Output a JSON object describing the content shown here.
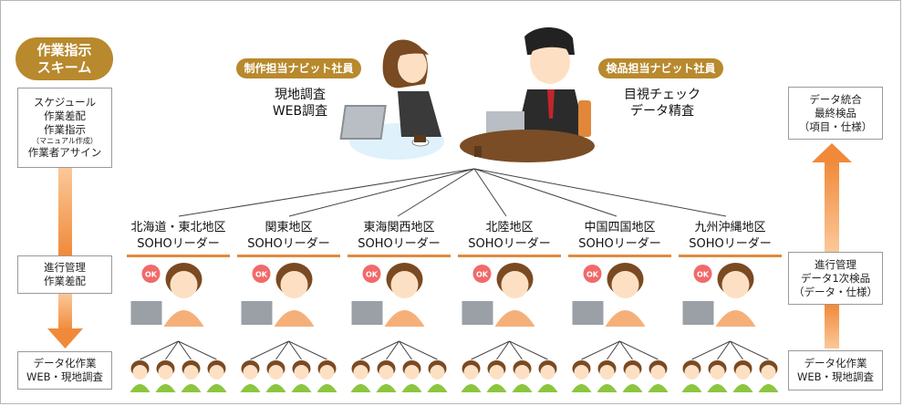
{
  "scheme": {
    "line1": "作業指示",
    "line2": "スキーム"
  },
  "left_boxes": {
    "top": {
      "l1": "スケジュール",
      "l2": "作業差配",
      "l3": "作業指示",
      "l4": "（マニュアル作成）",
      "l5": "作業者アサイン"
    },
    "mid": {
      "l1": "進行管理",
      "l2": "作業差配"
    },
    "bottom": {
      "l1": "データ化作業",
      "l2": "WEB・現地調査"
    }
  },
  "right_boxes": {
    "top": {
      "l1": "データ統合",
      "l2": "最終検品",
      "l3": "（項目・仕様）"
    },
    "mid": {
      "l1": "進行管理",
      "l2": "データ1次検品",
      "l3": "（データ・仕様）"
    },
    "bottom": {
      "l1": "データ化作業",
      "l2": "WEB・現地調査"
    }
  },
  "staff_left": {
    "role": "制作担当ナビット社員",
    "task1": "現地調査",
    "task2": "WEB調査"
  },
  "staff_right": {
    "role": "検品担当ナビット社員",
    "task1": "目視チェック",
    "task2": "データ精査"
  },
  "regions": [
    {
      "name": "北海道・東北地区",
      "leader": "SOHOリーダー"
    },
    {
      "name": "関東地区",
      "leader": "SOHOリーダー"
    },
    {
      "name": "東海関西地区",
      "leader": "SOHOリーダー"
    },
    {
      "name": "北陸地区",
      "leader": "SOHOリーダー"
    },
    {
      "name": "中国四国地区",
      "leader": "SOHOリーダー"
    },
    {
      "name": "九州沖縄地区",
      "leader": "SOHOリーダー"
    }
  ],
  "ok_bubble": "OK",
  "colors": {
    "brand": "#b8892d",
    "arrow": "#f4a35c",
    "bar": "#e08a3c"
  }
}
